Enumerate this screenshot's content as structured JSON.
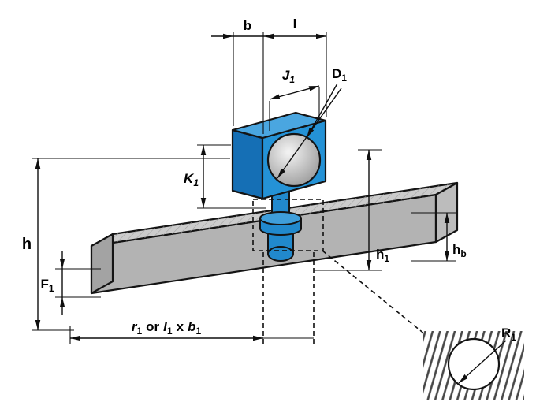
{
  "labels": {
    "b": "b",
    "l": "l",
    "j1": {
      "base": "J",
      "sub": "1"
    },
    "d1": {
      "base": "D",
      "sub": "1"
    },
    "k1": {
      "base": "K",
      "sub": "1"
    },
    "h": "h",
    "f1": {
      "base": "F",
      "sub": "1"
    },
    "h1": {
      "base": "h",
      "sub": "1"
    },
    "hb": {
      "base": "h",
      "sub": "b"
    },
    "formula": {
      "r": "r",
      "r_sub": "1",
      "or": "or",
      "l": "l",
      "l_sub": "1",
      "x": "x",
      "b": "b",
      "b_sub": "1"
    },
    "r1_detail": {
      "base": "R",
      "sub": "1"
    }
  },
  "colors": {
    "block_top": "#4aa6e0",
    "block_left": "#156fb5",
    "block_right": "#2492d6",
    "shaft": "#2189cd",
    "shaft_top": "#3f9eda",
    "disc_light": "#f0f0f0",
    "disc_dark": "#969696",
    "rail_top": "#cccccc",
    "rail_front": "#b3b3b3",
    "rail_end_left": "#a3a3a3",
    "rail_end_right": "#bcbcbc",
    "rail_hatch": "#9e9e9e",
    "detail_hatch": "#474747",
    "dim_color": "#0f0f0f"
  }
}
